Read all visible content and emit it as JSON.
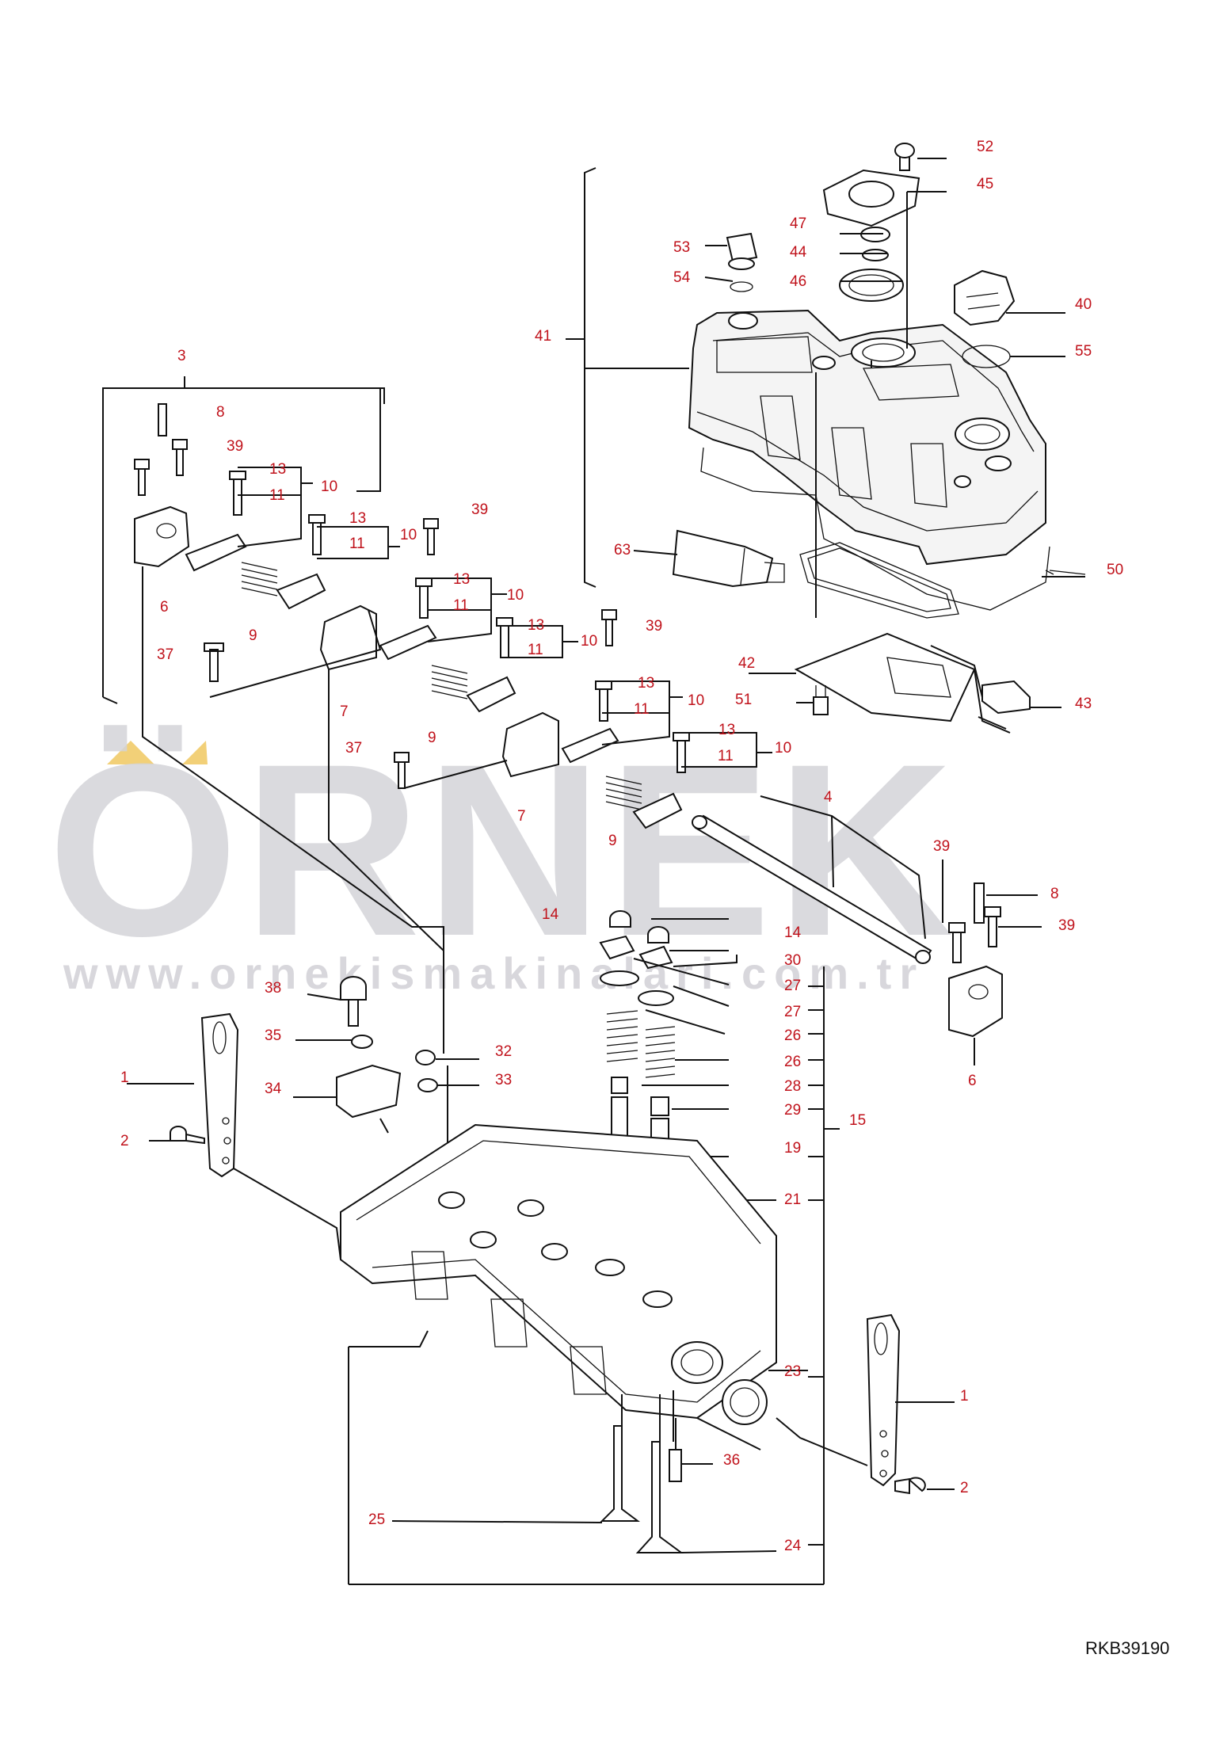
{
  "watermark": {
    "brand": "ÖRNEK",
    "url": "www.ornekismakinalari.com.tr",
    "accent_color": "#f2d078"
  },
  "drawing_code": "RKB39190",
  "callout_color": "#c0121b",
  "callouts": {
    "c52": "52",
    "c45": "45",
    "c47": "47",
    "c44": "44",
    "c46": "46",
    "c53": "53",
    "c54": "54",
    "c40": "40",
    "c55": "55",
    "c41": "41",
    "c63": "63",
    "c50": "50",
    "c42": "42",
    "c43": "43",
    "c51": "51",
    "c3": "3",
    "c8a": "8",
    "c39a": "39",
    "c13a": "13",
    "c11a": "11",
    "c10a": "10",
    "c6a": "6",
    "c9a": "9",
    "c13b": "13",
    "c11b": "11",
    "c10b": "10",
    "c39b": "39",
    "c37a": "37",
    "c7a": "7",
    "c13c": "13",
    "c11c": "11",
    "c10c": "10",
    "c13d": "13",
    "c11d": "11",
    "c10d": "10",
    "c39c": "39",
    "c9b": "9",
    "c13e": "13",
    "c11e": "11",
    "c10e": "10",
    "c37b": "37",
    "c7b": "7",
    "c13f": "13",
    "c11f": "11",
    "c10f": "10",
    "c9c": "9",
    "c4": "4",
    "c39d": "39",
    "c8b": "8",
    "c39e": "39",
    "c6b": "6",
    "c14a": "14",
    "c14b": "14",
    "c30": "30",
    "c27a": "27",
    "c27b": "27",
    "c26a": "26",
    "c26b": "26",
    "c28": "28",
    "c29": "29",
    "c19": "19",
    "c21": "21",
    "c15": "15",
    "c38": "38",
    "c35": "35",
    "c32": "32",
    "c33": "33",
    "c34": "34",
    "c1a": "1",
    "c2a": "2",
    "c23": "23",
    "c1b": "1",
    "c2b": "2",
    "c36": "36",
    "c25": "25",
    "c24": "24"
  }
}
